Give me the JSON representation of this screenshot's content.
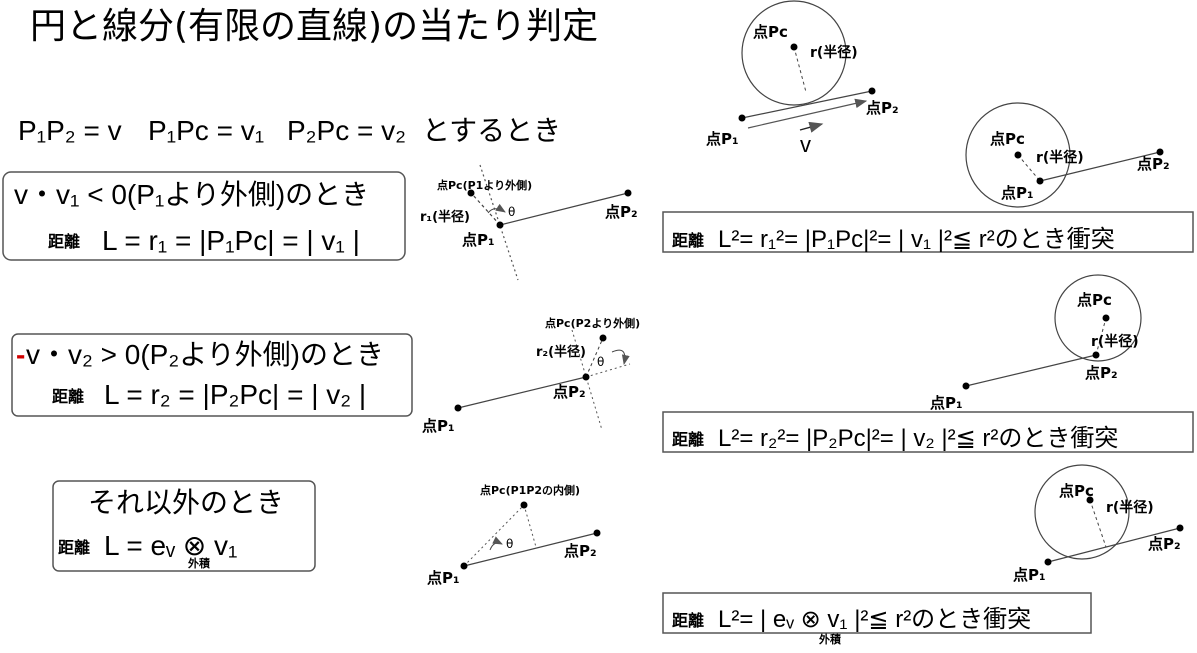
{
  "title": "円と線分(有限の直線)の当たり判定",
  "definitions": {
    "p1p2": "P₁P₂ = v",
    "p1pc": "P₁Pc = v₁",
    "p2pc": "P₂Pc = v₂",
    "suffix": "とするとき"
  },
  "cases": [
    {
      "condition": "v・v₁ < 0(P₁より外側)のとき",
      "distance_label": "距離",
      "distance_formula": "L = r₁ = |P₁Pc| = | v₁ |",
      "collision": "L²= r₁²= |P₁Pc|²= | v₁ |²≦ r²のとき衝突"
    },
    {
      "sign": "-",
      "condition": " v・v₂ > 0(P₂より外側)のとき",
      "distance_label": "距離",
      "distance_formula": "L = r₂ = |P₂Pc| = | v₂ |",
      "collision": "L²= r₂²= |P₂Pc|²= | v₂ |²≦ r²のとき衝突"
    },
    {
      "condition": "それ以外のとき",
      "distance_label": "距離",
      "distance_formula": "L = eᵥ ⊗ v₁",
      "cross_label": "外積",
      "collision": "L²= | eᵥ ⊗ v₁ |²≦ r²のとき衝突"
    }
  ],
  "labels": {
    "pc": "点Pc",
    "p1": "点P₁",
    "p2": "点P₂",
    "r": "r(半径)",
    "v": "v",
    "pc_outside_p1": "点Pc(P1より外側)",
    "pc_outside_p2": "点Pc(P2より外側)",
    "pc_inside": "点Pc(P1P2の内側)",
    "r1": "r₁(半径)",
    "r2": "r₂(半径)",
    "theta": "θ"
  }
}
